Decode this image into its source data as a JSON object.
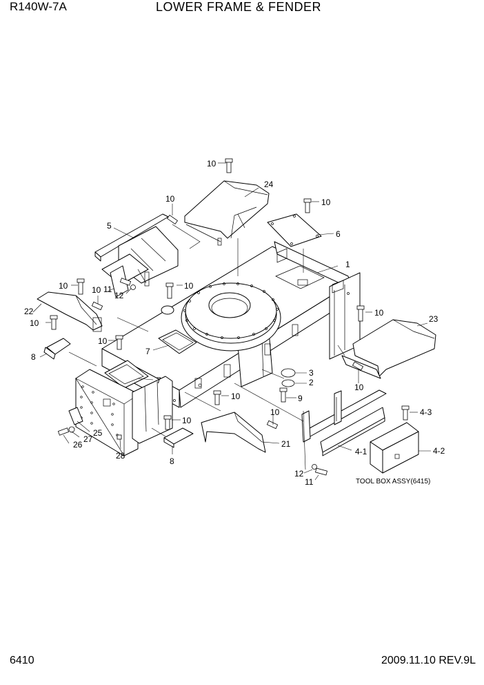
{
  "header": {
    "model": "R140W-7A",
    "title": "LOWER FRAME & FENDER"
  },
  "footer": {
    "page_number": "6410",
    "date_revision": "2009.11.10  REV.9L"
  },
  "diagram": {
    "callouts": {
      "c_10_top": "10",
      "c_24": "24",
      "c_10_a": "10",
      "c_10_b": "10",
      "c_5": "5",
      "c_6": "6",
      "c_1": "1",
      "c_10_c": "10",
      "c_10_d": "10",
      "c_11_a": "11",
      "c_12_a": "12",
      "c_10_e": "10",
      "c_22": "22",
      "c_10_f": "10",
      "c_10_g": "10",
      "c_10_h": "10",
      "c_23": "23",
      "c_8_a": "8",
      "c_7_a": "7",
      "c_7_b": "7",
      "c_10_i": "10",
      "c_3": "3",
      "c_2": "2",
      "c_9": "9",
      "c_10_j": "10",
      "c_4_3": "4-3",
      "c_10_k": "10",
      "c_10_l": "10",
      "c_25": "25",
      "c_27": "27",
      "c_26": "26",
      "c_21": "21",
      "c_4_2": "4-2",
      "c_4_1": "4-1",
      "c_28": "28",
      "c_8_b": "8",
      "c_12_b": "12",
      "c_11_b": "11"
    },
    "tool_box_note": "TOOL BOX ASSY(6415)"
  }
}
